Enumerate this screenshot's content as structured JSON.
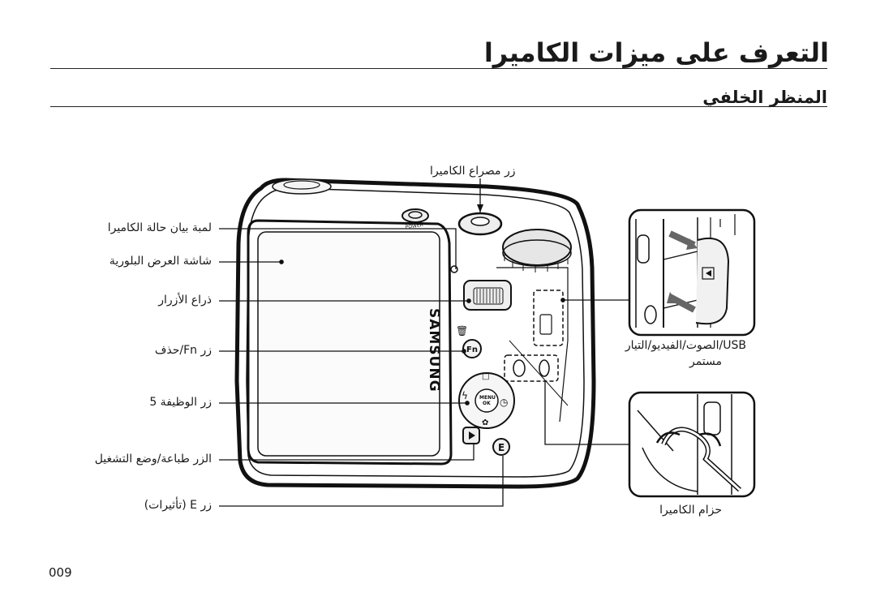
{
  "header": {
    "title": "التعرف على ميزات الكاميرا",
    "subtitle": "المنظر الخلفي"
  },
  "labels": {
    "shutter": "زر مصراع الكاميرا",
    "status_lamp": "لمبة بيان حالة الكاميرا",
    "lcd": "شاشة العرض البلورية",
    "zoom": "ذراع الأزرار",
    "fn": "زر Fn/حذف",
    "five_function": "زر الوظيفة 5",
    "play": "الزر طباعة/وضع التشغيل",
    "e_button": "زر E (تأثيرات)",
    "usb_line1": "USB/الصوت/الفيديو/التيار",
    "usb_line2": "مستمر",
    "strap": "حزام الكاميرا"
  },
  "camera": {
    "brand": "SAMSUNG",
    "power": "POWER",
    "fn": "Fn",
    "menu": "MENU",
    "ok": "OK",
    "e": "E"
  },
  "footer": {
    "page": "009"
  }
}
